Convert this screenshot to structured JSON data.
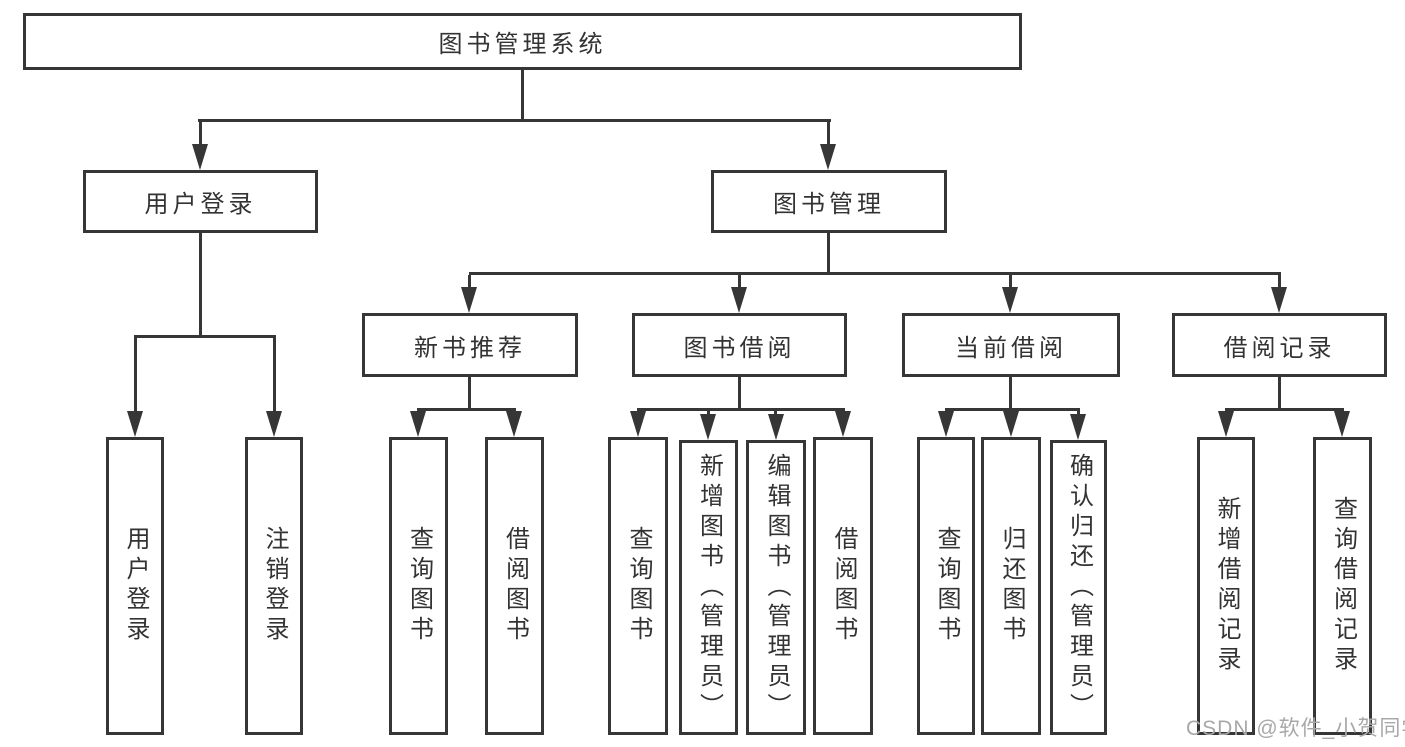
{
  "colors": {
    "line": "#363636",
    "text": "#333333",
    "watermark": "#a8a8a8",
    "background": "#ffffff"
  },
  "diagram": {
    "root": {
      "label": "图书管理系统"
    },
    "branches": [
      {
        "label": "用户登录"
      },
      {
        "label": "图书管理"
      }
    ],
    "modules": [
      {
        "label": "新书推荐"
      },
      {
        "label": "图书借阅"
      },
      {
        "label": "当前借阅"
      },
      {
        "label": "借阅记录"
      }
    ],
    "leaves": [
      {
        "label": "用户登录"
      },
      {
        "label": "注销登录"
      },
      {
        "label": "查询图书"
      },
      {
        "label": "借阅图书"
      },
      {
        "label": "查询图书"
      },
      {
        "label": "新增图书（管理员）"
      },
      {
        "label": "编辑图书（管理员）"
      },
      {
        "label": "借阅图书"
      },
      {
        "label": "查询图书"
      },
      {
        "label": "归还图书"
      },
      {
        "label": "确认归还（管理员）"
      },
      {
        "label": "新增借阅记录"
      },
      {
        "label": "查询借阅记录"
      }
    ]
  },
  "watermark": {
    "text": "CSDN @软件_小贺同学"
  }
}
